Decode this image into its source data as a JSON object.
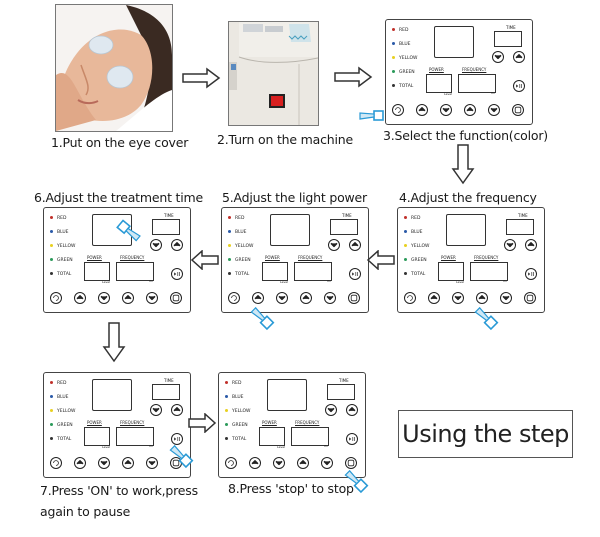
{
  "steps": [
    {
      "number": 1,
      "caption": "1.Put on the eye cover",
      "kind": "photo-eye-cover"
    },
    {
      "number": 2,
      "caption": "2.Turn on the machine",
      "kind": "photo-machine-switch"
    },
    {
      "number": 3,
      "caption": "3.Select the function(color)",
      "kind": "panel",
      "pressed": "mode-button"
    },
    {
      "number": 4,
      "caption": "4.Adjust the frequency",
      "kind": "panel",
      "pressed": "frequency-up-button"
    },
    {
      "number": 5,
      "caption": "5.Adjust the light power",
      "kind": "panel",
      "pressed": "power-up-button"
    },
    {
      "number": 6,
      "caption": "6.Adjust the treatment time",
      "kind": "panel",
      "pressed": "time-down-button"
    },
    {
      "number": 7,
      "caption_line1": "7.Press 'ON' to work,press",
      "caption_line2": "again to pause",
      "kind": "panel",
      "pressed": "start-pause-button"
    },
    {
      "number": 8,
      "caption": "8.Press 'stop' to stop",
      "kind": "panel",
      "pressed": "stop-button"
    }
  ],
  "panel": {
    "leds": [
      {
        "label": "RED",
        "color": "#c0302a"
      },
      {
        "label": "BLUE",
        "color": "#2a5aa8"
      },
      {
        "label": "YELLOW",
        "color": "#e8d020"
      },
      {
        "label": "GREEN",
        "color": "#2a9a5a"
      },
      {
        "label": "TOTAL",
        "color": "#333333"
      }
    ],
    "time_label": "TIME",
    "power_label": "POWER",
    "frequency_label": "FREQUENCY",
    "power_unit": "Level",
    "frequency_unit": "Hz"
  },
  "legend_box": {
    "text": "Using the step"
  },
  "colors": {
    "finger": "#2a9ad6",
    "switch": "#d82020",
    "border": "#444444"
  }
}
